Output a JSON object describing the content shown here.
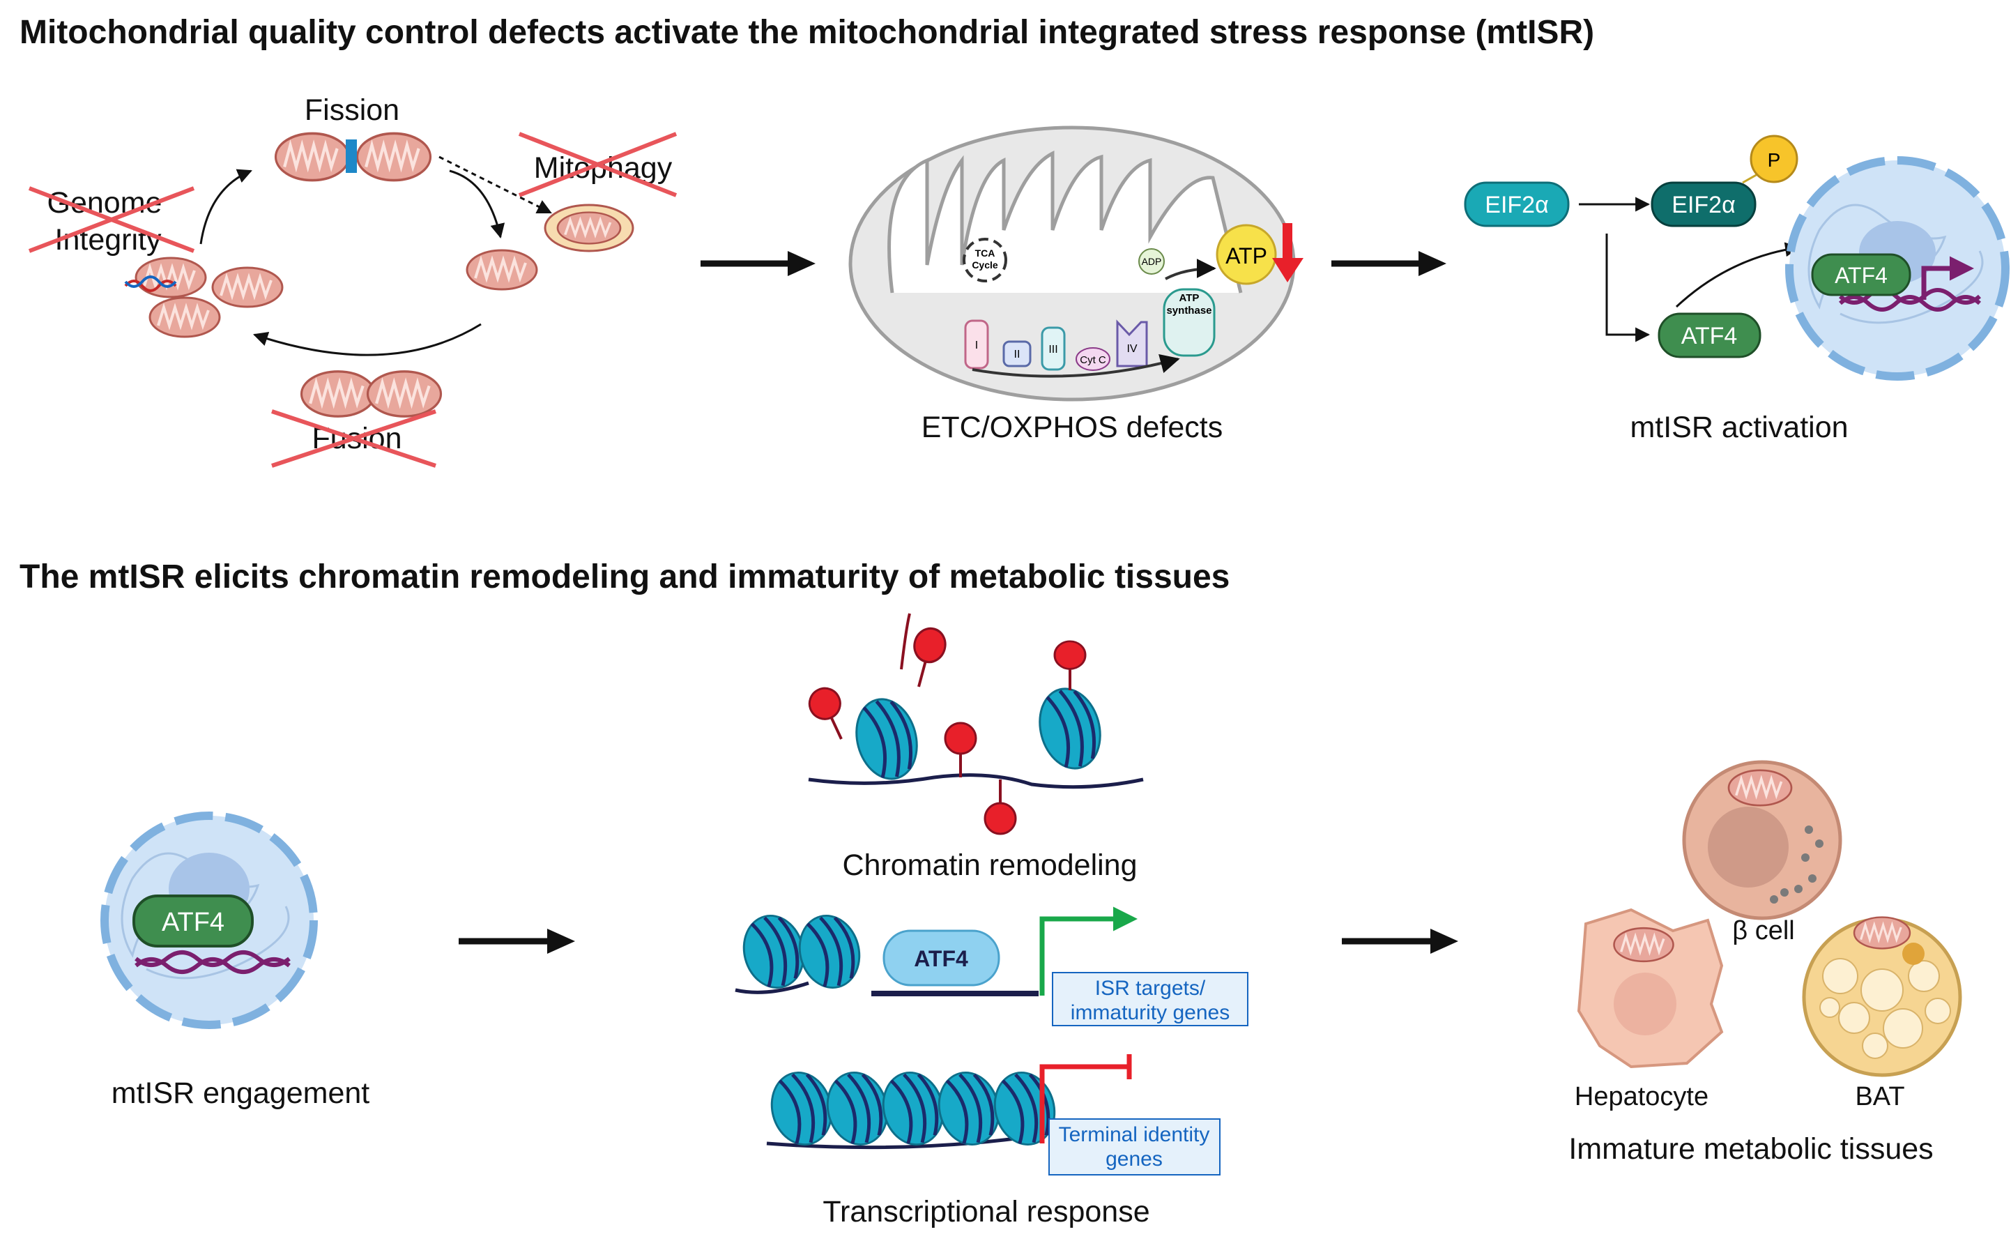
{
  "titles": {
    "top": "Mitochondrial quality control defects activate the mitochondrial integrated stress response (mtISR)",
    "bottom": "The mtISR elicits chromatin remodeling and immaturity of metabolic tissues"
  },
  "qc_cycle": {
    "fission": "Fission",
    "mitophagy": "Mitophagy",
    "genome_1": "Genome",
    "genome_2": "Integrity",
    "fusion": "Fusion"
  },
  "etc": {
    "caption": "ETC/OXPHOS defects",
    "tca_1": "TCA",
    "tca_2": "Cycle",
    "adp": "ADP",
    "atp": "ATP",
    "synthase_1": "ATP",
    "synthase_2": "synthase",
    "complex_1": "I",
    "complex_2": "II",
    "complex_3": "III",
    "cyt_c": "Cyt C",
    "complex_4": "IV"
  },
  "isr": {
    "caption": "mtISR activation",
    "eif": "EIF2α",
    "eif_p": "EIF2α",
    "phos": "P",
    "atf4": "ATF4",
    "atf4_nucleus": "ATF4"
  },
  "engagement": {
    "caption": "mtISR engagement",
    "atf4": "ATF4"
  },
  "chromatin": {
    "caption": "Chromatin remodeling"
  },
  "transcription": {
    "caption": "Transcriptional response",
    "atf4": "ATF4",
    "isr_1": "ISR targets/",
    "isr_2": "immaturity genes",
    "term_1": "Terminal identity",
    "term_2": "genes"
  },
  "tissues": {
    "caption": "Immature metabolic tissues",
    "beta": "β cell",
    "hep": "Hepatocyte",
    "bat": "BAT"
  },
  "colors": {
    "mito": "#e8a79c",
    "cross": "#e8555a",
    "teal": "#1aa9b5",
    "dark_teal": "#0f6e6b",
    "atf4_green": "#3f8e4f",
    "nucleosome": "#17a9c8",
    "dna_purple": "#7b1f6e",
    "red_mark": "#e8202a"
  }
}
